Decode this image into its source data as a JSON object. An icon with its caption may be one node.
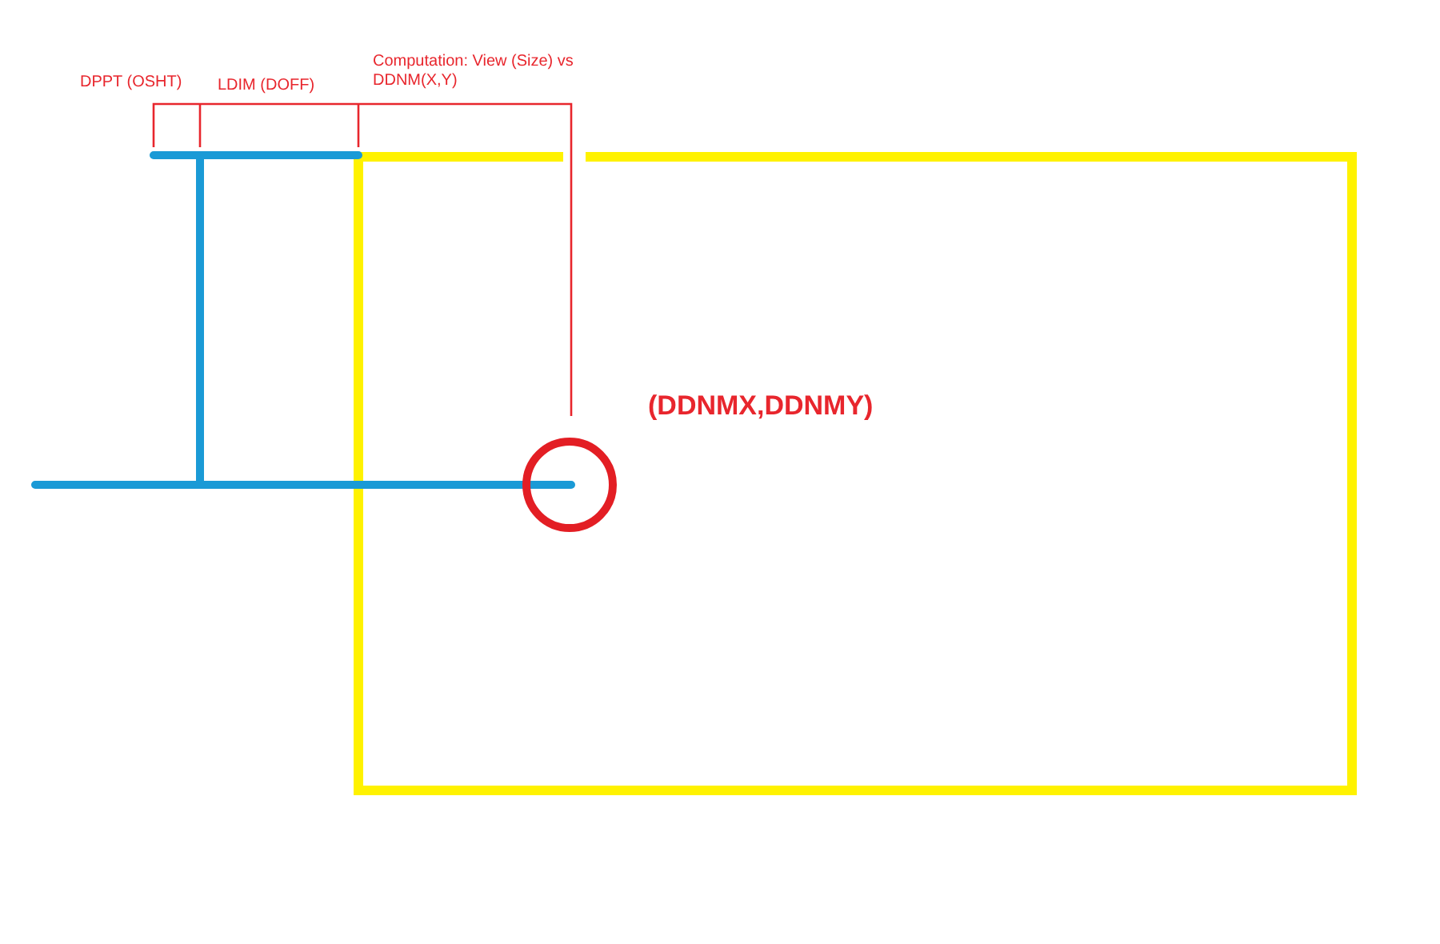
{
  "diagram": {
    "labels": [
      "DPPT (OSHT)",
      "LDIM (DOFF)",
      "Computation: View (Size) vs DDNM(X,Y)",
      "(DDNMX,DDNMY)"
    ]
  }
}
